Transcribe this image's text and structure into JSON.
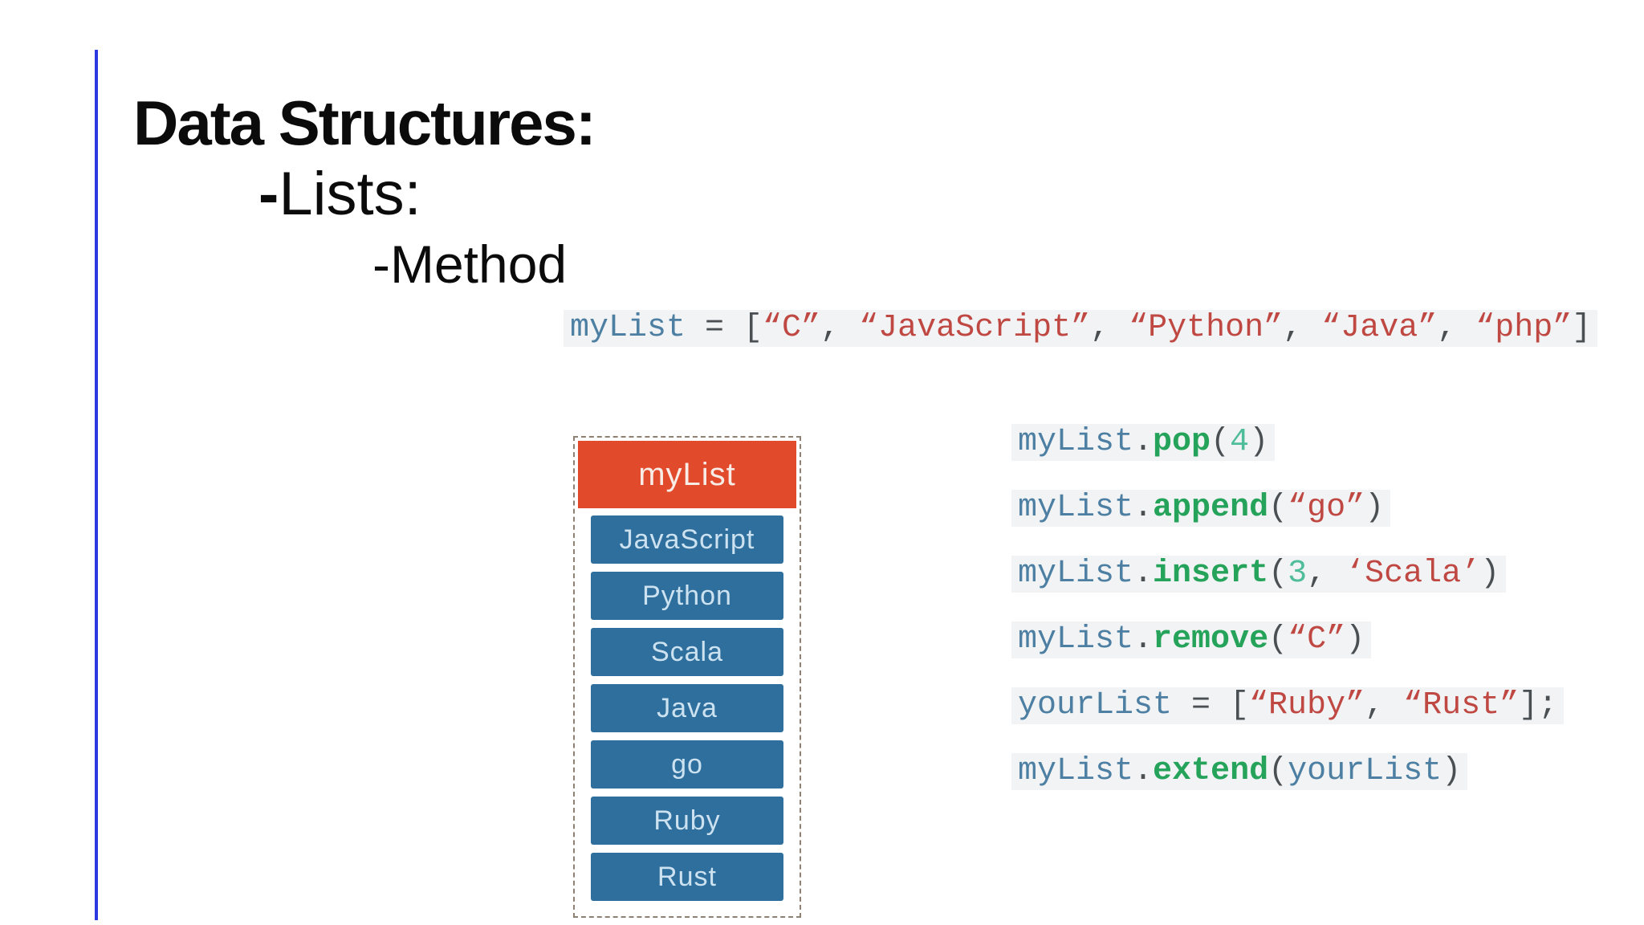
{
  "colors": {
    "accent_blue_line": "#2b3ae0",
    "diagram_header": "#e24a2c",
    "diagram_item": "#2f6f9d",
    "diagram_border": "#8e8174",
    "code_variable": "#4d7fa3",
    "code_method": "#26a35a",
    "code_string": "#c04843",
    "code_number": "#4fbc9b",
    "code_punct": "#4a4f54"
  },
  "headings": {
    "title": "Data Structures:",
    "lists_dash": "-",
    "lists_label": "Lists:",
    "method_dash": "-",
    "method_label": "Method"
  },
  "assignment": {
    "tokens": [
      [
        "v",
        "myList"
      ],
      [
        "o",
        " = ["
      ],
      [
        "s",
        "“C”"
      ],
      [
        "o",
        ", "
      ],
      [
        "s",
        "“JavaScript”"
      ],
      [
        "o",
        ", "
      ],
      [
        "s",
        "“Python”"
      ],
      [
        "o",
        ", "
      ],
      [
        "s",
        "“Java”"
      ],
      [
        "o",
        ", "
      ],
      [
        "s",
        "“php”"
      ],
      [
        "o",
        "]"
      ]
    ]
  },
  "diagram": {
    "header": "myList",
    "items": [
      "JavaScript",
      "Python",
      "Scala",
      "Java",
      "go",
      "Ruby",
      "Rust"
    ]
  },
  "method_calls": [
    {
      "tokens": [
        [
          "v",
          "myList"
        ],
        [
          "o",
          "."
        ],
        [
          "m",
          "pop"
        ],
        [
          "o",
          "("
        ],
        [
          "n",
          "4"
        ],
        [
          "o",
          ")"
        ]
      ]
    },
    {
      "tokens": [
        [
          "v",
          "myList"
        ],
        [
          "o",
          "."
        ],
        [
          "m",
          "append"
        ],
        [
          "o",
          "("
        ],
        [
          "s",
          "“go”"
        ],
        [
          "o",
          ")"
        ]
      ]
    },
    {
      "tokens": [
        [
          "v",
          "myList"
        ],
        [
          "o",
          "."
        ],
        [
          "m",
          "insert"
        ],
        [
          "o",
          "("
        ],
        [
          "n",
          "3"
        ],
        [
          "o",
          ", "
        ],
        [
          "s",
          "‘Scala’"
        ],
        [
          "o",
          ")"
        ]
      ]
    },
    {
      "tokens": [
        [
          "v",
          "myList"
        ],
        [
          "o",
          "."
        ],
        [
          "m",
          "remove"
        ],
        [
          "o",
          "("
        ],
        [
          "s",
          "“C”"
        ],
        [
          "o",
          ")"
        ]
      ]
    },
    {
      "tokens": [
        [
          "v",
          "yourList"
        ],
        [
          "o",
          " = ["
        ],
        [
          "s",
          "“Ruby”"
        ],
        [
          "o",
          ", "
        ],
        [
          "s",
          "“Rust”"
        ],
        [
          "o",
          "];"
        ]
      ]
    },
    {
      "tokens": [
        [
          "v",
          "myList"
        ],
        [
          "o",
          "."
        ],
        [
          "m",
          "extend"
        ],
        [
          "o",
          "("
        ],
        [
          "v",
          "yourList"
        ],
        [
          "o",
          ")"
        ]
      ]
    }
  ]
}
